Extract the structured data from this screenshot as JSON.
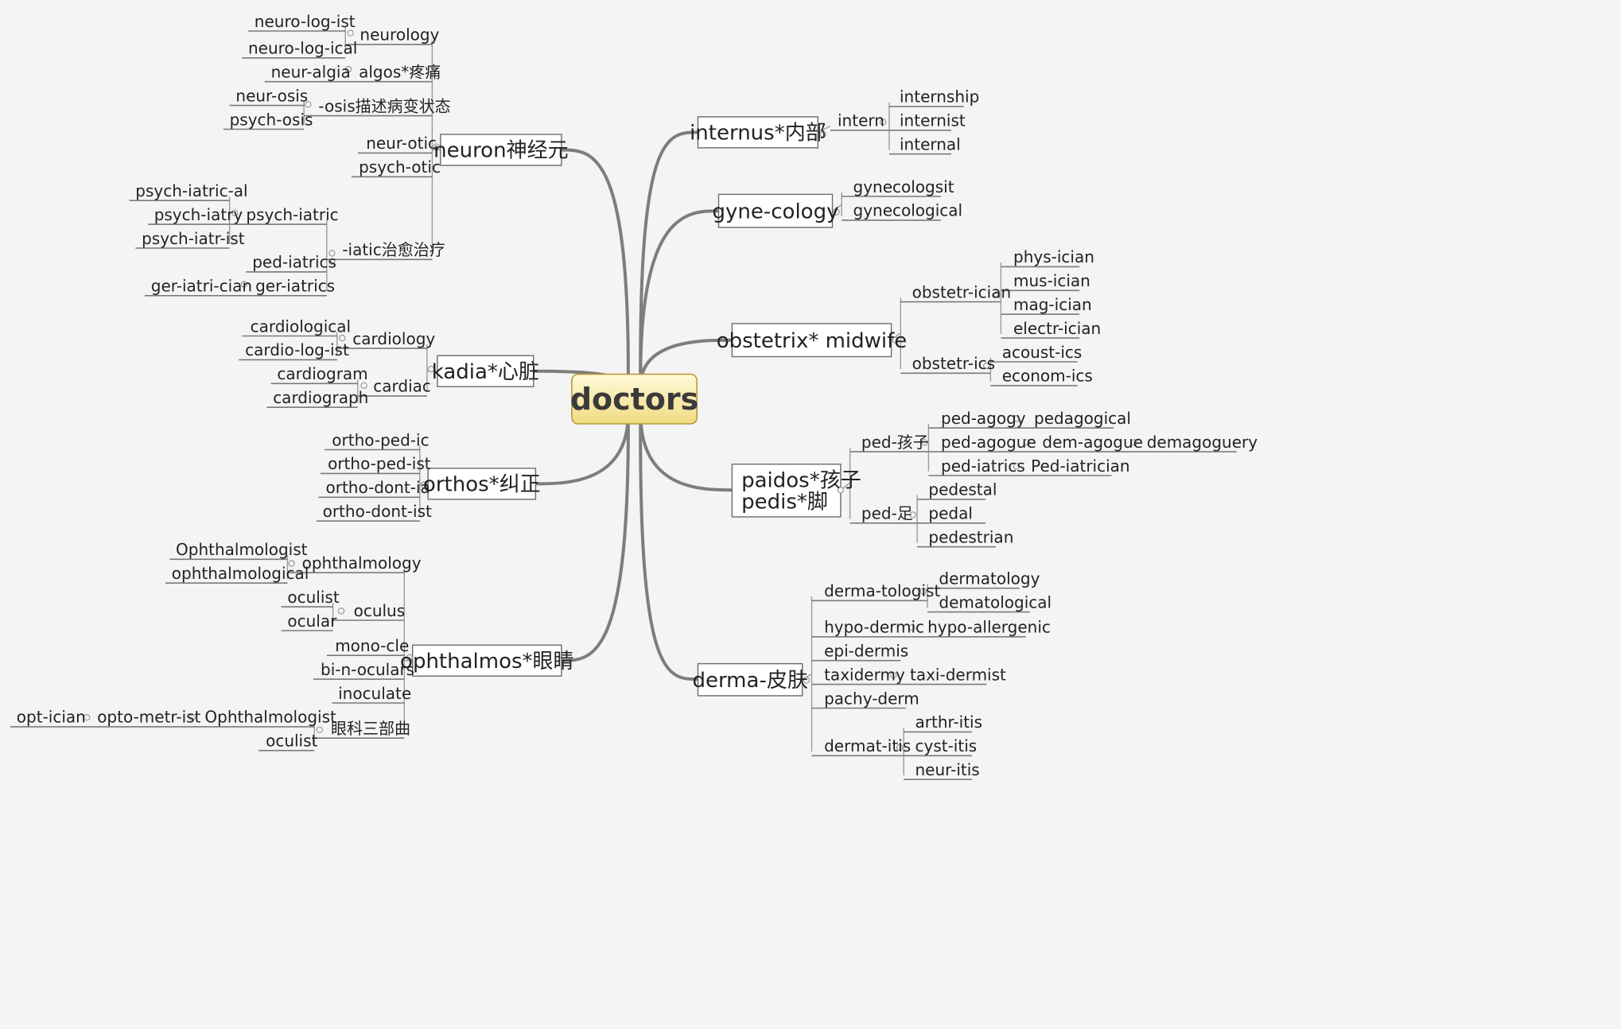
{
  "root": {
    "label": "doctors"
  },
  "colors": {
    "background": "#f4f4f4",
    "root_fill_top": "#fff9d8",
    "root_fill_bottom": "#f0dc82",
    "root_stroke": "#b59a3d",
    "line": "#7a7a7a"
  },
  "nodes": {
    "neuron": {
      "label": "neuron神经元"
    },
    "neurology": {
      "label": "neurology"
    },
    "neuro_log_ist": {
      "label": "neuro-log-ist"
    },
    "neuro_log_ical": {
      "label": "neuro-log-ical"
    },
    "algos": {
      "label": "algos*疼痛"
    },
    "neur_algia": {
      "label": "neur-algia"
    },
    "osis": {
      "label": "-osis描述病变状态"
    },
    "neur_osis": {
      "label": "neur-osis"
    },
    "psych_osis": {
      "label": "psych-osis"
    },
    "neur_otic": {
      "label": "neur-otic"
    },
    "psych_otic": {
      "label": "psych-otic"
    },
    "iatic": {
      "label": "-iatic治愈治疗"
    },
    "psych_iatric": {
      "label": "psych-iatric"
    },
    "psych_iatric_al": {
      "label": "psych-iatric-al"
    },
    "psych_iatry": {
      "label": "psych-iatry"
    },
    "psych_iatr_ist": {
      "label": "psych-iatr-ist"
    },
    "ped_iatrics_l": {
      "label": "ped-iatrics"
    },
    "ger_iatrics": {
      "label": "ger-iatrics"
    },
    "ger_iatri_cian": {
      "label": "ger-iatri-cian"
    },
    "kadia": {
      "label": "kadia*心脏"
    },
    "cardiology": {
      "label": "cardiology"
    },
    "cardiological": {
      "label": "cardiological"
    },
    "cardio_log_ist": {
      "label": "cardio-log-ist"
    },
    "cardiac": {
      "label": "cardiac"
    },
    "cardiogram": {
      "label": "cardiogram"
    },
    "cardiograph": {
      "label": "cardiograph"
    },
    "orthos": {
      "label": "orthos*纠正"
    },
    "ortho_ped_ic": {
      "label": "ortho-ped-ic"
    },
    "ortho_ped_ist": {
      "label": "ortho-ped-ist"
    },
    "ortho_dont_ia": {
      "label": "ortho-dont-ia"
    },
    "ortho_dont_ist": {
      "label": "ortho-dont-ist"
    },
    "ophthalmos": {
      "label": "ophthalmos*眼睛"
    },
    "ophthalmology": {
      "label": "ophthalmology"
    },
    "ophthalmologist_a": {
      "label": "Ophthalmologist"
    },
    "ophthalmological": {
      "label": "ophthalmological"
    },
    "oculus": {
      "label": "oculus"
    },
    "oculist_a": {
      "label": "oculist"
    },
    "ocular": {
      "label": "ocular"
    },
    "mono_cle": {
      "label": "mono-cle"
    },
    "bi_n_oculars": {
      "label": "bi-n-oculars"
    },
    "inoculate": {
      "label": "inoculate"
    },
    "yanke": {
      "label": "眼科三部曲"
    },
    "ophthalmologist_b": {
      "label": "Ophthalmologist"
    },
    "opto_metr_ist": {
      "label": "opto-metr-ist"
    },
    "opt_ician": {
      "label": "opt-ician"
    },
    "oculist_b": {
      "label": "oculist"
    },
    "internus": {
      "label": "internus*内部"
    },
    "intern": {
      "label": "intern"
    },
    "internship": {
      "label": "internship"
    },
    "internist": {
      "label": "internist"
    },
    "internal": {
      "label": "internal"
    },
    "gyne_cology": {
      "label": "gyne-cology"
    },
    "gynecologsit": {
      "label": "gynecologsit"
    },
    "gynecological": {
      "label": "gynecological"
    },
    "obstetrix": {
      "label": "obstetrix* midwife"
    },
    "obstetr_ician": {
      "label": "obstetr-ician"
    },
    "phys_ician": {
      "label": "phys-ician"
    },
    "mus_ician": {
      "label": "mus-ician"
    },
    "mag_ician": {
      "label": "mag-ician"
    },
    "electr_ician": {
      "label": "electr-ician"
    },
    "obstetr_ics": {
      "label": "obstetr-ics"
    },
    "acoust_ics": {
      "label": "acoust-ics"
    },
    "econom_ics": {
      "label": "econom-ics"
    },
    "paidos": {
      "label": "paidos*孩子"
    },
    "pedis": {
      "label": "pedis*脚"
    },
    "ped_child": {
      "label": "ped-孩子"
    },
    "ped_agogy": {
      "label": "ped-agogy"
    },
    "pedagogical": {
      "label": "pedagogical"
    },
    "ped_agogue": {
      "label": "ped-agogue"
    },
    "dem_agogue": {
      "label": "dem-agogue"
    },
    "demagoguery": {
      "label": "demagoguery"
    },
    "ped_iatrics_r": {
      "label": "ped-iatrics"
    },
    "ped_iatrician": {
      "label": "Ped-iatrician"
    },
    "ped_foot": {
      "label": "ped-足"
    },
    "pedestal": {
      "label": "pedestal"
    },
    "pedal": {
      "label": "pedal"
    },
    "pedestrian": {
      "label": "pedestrian"
    },
    "derma": {
      "label": "derma-皮肤"
    },
    "derma_tologist": {
      "label": "derma-tologist"
    },
    "dermatology": {
      "label": "dermatology"
    },
    "dematological": {
      "label": "dematological"
    },
    "hypo_dermic": {
      "label": "hypo-dermic"
    },
    "hypo_allergenic": {
      "label": "hypo-allergenic"
    },
    "epi_dermis": {
      "label": "epi-dermis"
    },
    "taxidermy": {
      "label": "taxidermy"
    },
    "taxi_dermist": {
      "label": "taxi-dermist"
    },
    "pachy_derm": {
      "label": "pachy-derm"
    },
    "dermat_itis": {
      "label": "dermat-itis"
    },
    "arthr_itis": {
      "label": "arthr-itis"
    },
    "cyst_itis": {
      "label": "cyst-itis"
    },
    "neur_itis": {
      "label": "neur-itis"
    }
  }
}
